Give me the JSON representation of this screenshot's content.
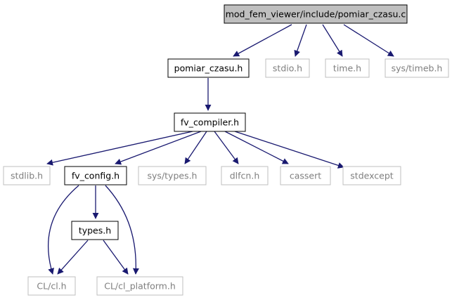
{
  "diagram": {
    "title": "mod_fem_viewer/include/pomiar_czasu.c",
    "colors": {
      "edge": "#191970",
      "root_fill": "#bfbfbf",
      "documented_border": "#000000",
      "external_border": "#bfbfbf",
      "external_text": "#7f7f7f"
    },
    "nodes": {
      "root": {
        "label": "mod_fem_viewer/include/pomiar_czasu.c",
        "kind": "root"
      },
      "pomiar_czasu_h": {
        "label": "pomiar_czasu.h",
        "kind": "documented"
      },
      "stdio_h": {
        "label": "stdio.h",
        "kind": "external"
      },
      "time_h": {
        "label": "time.h",
        "kind": "external"
      },
      "sys_timeb_h": {
        "label": "sys/timeb.h",
        "kind": "external"
      },
      "fv_compiler_h": {
        "label": "fv_compiler.h",
        "kind": "documented"
      },
      "stdlib_h": {
        "label": "stdlib.h",
        "kind": "external"
      },
      "fv_config_h": {
        "label": "fv_config.h",
        "kind": "documented"
      },
      "sys_types_h": {
        "label": "sys/types.h",
        "kind": "external"
      },
      "dlfcn_h": {
        "label": "dlfcn.h",
        "kind": "external"
      },
      "cassert": {
        "label": "cassert",
        "kind": "external"
      },
      "stdexcept": {
        "label": "stdexcept",
        "kind": "external"
      },
      "types_h": {
        "label": "types.h",
        "kind": "documented"
      },
      "cl_cl_h": {
        "label": "CL/cl.h",
        "kind": "external"
      },
      "cl_cl_platform_h": {
        "label": "CL/cl_platform.h",
        "kind": "external"
      }
    },
    "edges": [
      [
        "root",
        "pomiar_czasu_h"
      ],
      [
        "root",
        "stdio_h"
      ],
      [
        "root",
        "time_h"
      ],
      [
        "root",
        "sys_timeb_h"
      ],
      [
        "pomiar_czasu_h",
        "fv_compiler_h"
      ],
      [
        "fv_compiler_h",
        "stdlib_h"
      ],
      [
        "fv_compiler_h",
        "fv_config_h"
      ],
      [
        "fv_compiler_h",
        "sys_types_h"
      ],
      [
        "fv_compiler_h",
        "dlfcn_h"
      ],
      [
        "fv_compiler_h",
        "cassert"
      ],
      [
        "fv_compiler_h",
        "stdexcept"
      ],
      [
        "fv_config_h",
        "types_h"
      ],
      [
        "fv_config_h",
        "cl_cl_h"
      ],
      [
        "fv_config_h",
        "cl_cl_platform_h"
      ],
      [
        "types_h",
        "cl_cl_h"
      ],
      [
        "types_h",
        "cl_cl_platform_h"
      ]
    ]
  }
}
